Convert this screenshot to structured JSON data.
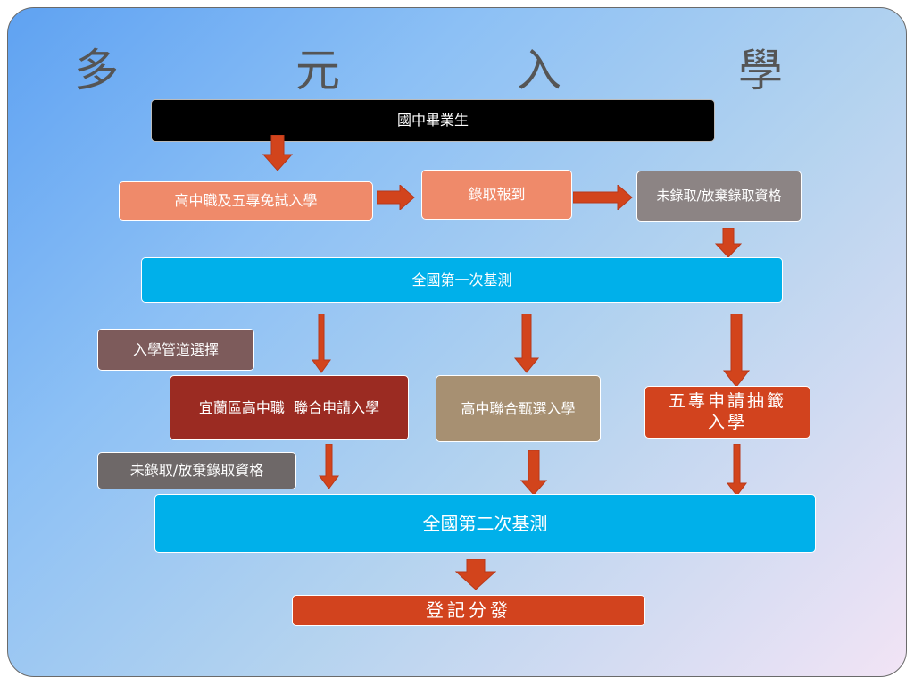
{
  "title": "多　元　入　學　流　程　圖",
  "boxes": {
    "graduate": "國中畢業生",
    "exam_free": "高中職及五專免試入學",
    "admitted": "錄取報到",
    "not_admitted_top": "未錄取/放棄錄取資格",
    "first_test": "全國第一次基測",
    "channel_choice": "入學管道選擇",
    "yilan": "宜蘭區高中職  聯合申請入學",
    "hs_selection": "高中聯合甄選入學",
    "five_year": "五專申請抽籤入學",
    "not_admitted_mid": "未錄取/放棄錄取資格",
    "second_test": "全國第二次基測",
    "register": "登記分發"
  },
  "colors": {
    "black": "#000000",
    "salmon": "#ef8a6a",
    "gray": "#8c8484",
    "cyan": "#00b0ea",
    "mauve": "#7d5b5b",
    "darkred": "#9b2b22",
    "khaki": "#a79072",
    "orange": "#d2431e",
    "darkgray": "#6e6868",
    "arrow": "#d2441c"
  }
}
